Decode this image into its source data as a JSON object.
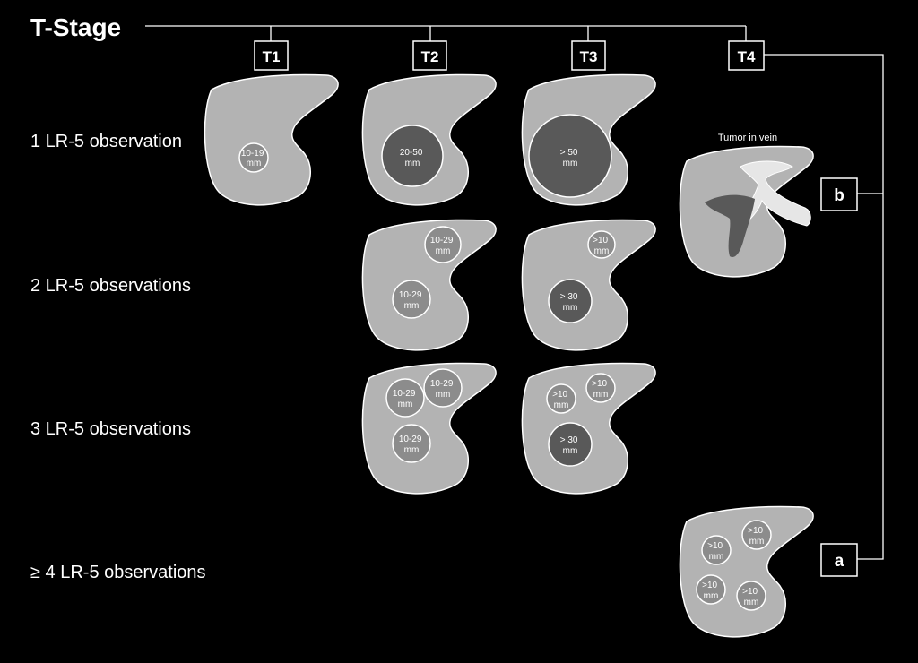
{
  "title": "T-Stage",
  "stages": [
    "T1",
    "T2",
    "T3",
    "T4"
  ],
  "rows": [
    "1 LR-5 observation",
    "2 LR-5 observations",
    "3 LR-5 observations",
    "≥ 4 LR-5 observations"
  ],
  "t4_labels": {
    "b": "b",
    "a": "a"
  },
  "vein_caption": "Tumor in vein",
  "lesions": {
    "t1_r1": [
      "10-19",
      "mm"
    ],
    "t2_r1": [
      "20-50",
      "mm"
    ],
    "t3_r1": [
      "> 50",
      "mm"
    ],
    "t2_r2_top": [
      "10-29",
      "mm"
    ],
    "t2_r2_bottom": [
      "10-29",
      "mm"
    ],
    "t3_r2_top": [
      ">10",
      "mm"
    ],
    "t3_r2_bottom": [
      "> 30",
      "mm"
    ],
    "t2_r3_left": [
      "10-29",
      "mm"
    ],
    "t2_r3_right": [
      "10-29",
      "mm"
    ],
    "t2_r3_bottom": [
      "10-29",
      "mm"
    ],
    "t3_r3_left": [
      ">10",
      "mm"
    ],
    "t3_r3_right": [
      ">10",
      "mm"
    ],
    "t3_r3_bottom": [
      "> 30",
      "mm"
    ],
    "t4a_1": [
      ">10",
      "mm"
    ],
    "t4a_2": [
      ">10",
      "mm"
    ],
    "t4a_3": [
      ">10",
      "mm"
    ],
    "t4a_4": [
      ">10",
      "mm"
    ]
  },
  "colors": {
    "background": "#000000",
    "liver": "#b3b3b3",
    "tumor_dark": "#595959",
    "tumor_light": "#8c8c8c",
    "vein": "#e6e6e6",
    "line": "#ffffff"
  }
}
